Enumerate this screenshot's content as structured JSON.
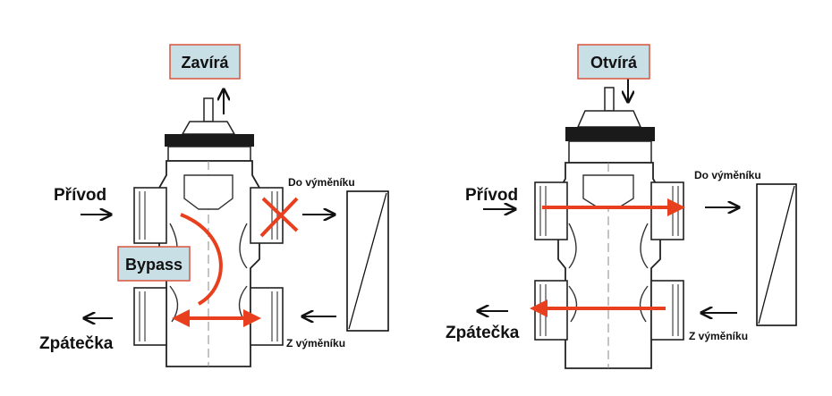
{
  "left": {
    "action_label": "Zavírá",
    "inlet_label": "Přívod",
    "return_label": "Zpátečka",
    "to_exchanger_label": "Do výměníku",
    "from_exchanger_label": "Z výměníku",
    "bypass_label": "Bypass",
    "stem_direction": "up",
    "blocked_port": "Do výměníku"
  },
  "right": {
    "action_label": "Otvírá",
    "inlet_label": "Přívod",
    "return_label": "Zpátečka",
    "to_exchanger_label": "Do výměníku",
    "from_exchanger_label": "Z výměníku",
    "stem_direction": "down"
  },
  "colors": {
    "tag_fill": "#c9dfe6",
    "tag_border": "#d9533f",
    "flow": "#e8401f",
    "ink": "#111111"
  }
}
